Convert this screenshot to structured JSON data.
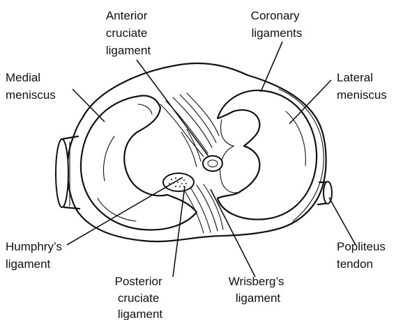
{
  "labels": {
    "anterior_cruciate": [
      "Anterior",
      "cruciate",
      "ligament"
    ],
    "coronary": [
      "Coronary",
      "ligaments"
    ],
    "medial_meniscus": [
      "Medial",
      "meniscus"
    ],
    "lateral_meniscus": [
      "Lateral",
      "meniscus"
    ],
    "humphry": [
      "Humphry’s",
      "ligament"
    ],
    "popliteus": [
      "Popliteus",
      "tendon"
    ],
    "posterior_cruciate": [
      "Posterior",
      "cruciate",
      "ligament"
    ],
    "wrisberg": [
      "Wrisberg’s",
      "ligament"
    ]
  }
}
